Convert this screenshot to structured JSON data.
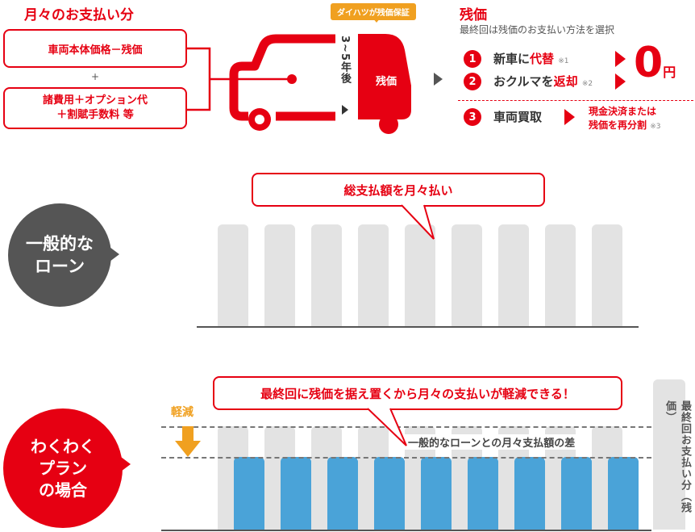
{
  "top": {
    "title": "月々のお支払い分",
    "box_vehicle": "車両本体価格－残価",
    "plus": "+",
    "box_fees_line1": "諸費用＋オプション代",
    "box_fees_line2": "＋割賦手数料 等",
    "badge": "ダイハツが残価保証",
    "years": "3~5年後",
    "residual_label": "残価"
  },
  "residual": {
    "title": "残価",
    "subtitle": "最終回は残価のお支払い方法を選択",
    "options": [
      {
        "num": "1",
        "pre": "新車に",
        "em": "代替",
        "note": "※1"
      },
      {
        "num": "2",
        "pre": "おクルマを",
        "em": "返却",
        "note": "※2"
      },
      {
        "num": "3",
        "pre": "車両買取",
        "em": "",
        "note": ""
      }
    ],
    "zero_value": "0",
    "zero_unit": "円",
    "buyout_line1": "現金決済または",
    "buyout_line2": "残価を再分割",
    "buyout_note": "※3"
  },
  "general": {
    "circle_line1": "一般的な",
    "circle_line2": "ローン",
    "bubble": "総支払額を月々払い"
  },
  "waku": {
    "circle_line1": "わくわく",
    "circle_line2": "プラン",
    "circle_line3": "の場合",
    "bubble": "最終回に残価を据え置くから月々の支払いが軽減できる！",
    "reduce_label": "軽減",
    "diff_label": "一般的なローンとの月々支払額の差",
    "final_label": "最終回お支払い分（残価）"
  },
  "colors": {
    "accent": "#e60012",
    "gray_bar": "#e3e3e3",
    "blue_bar": "#4aa3d8",
    "dark_circle": "#555555",
    "arrow_orange": "#f0a020"
  }
}
